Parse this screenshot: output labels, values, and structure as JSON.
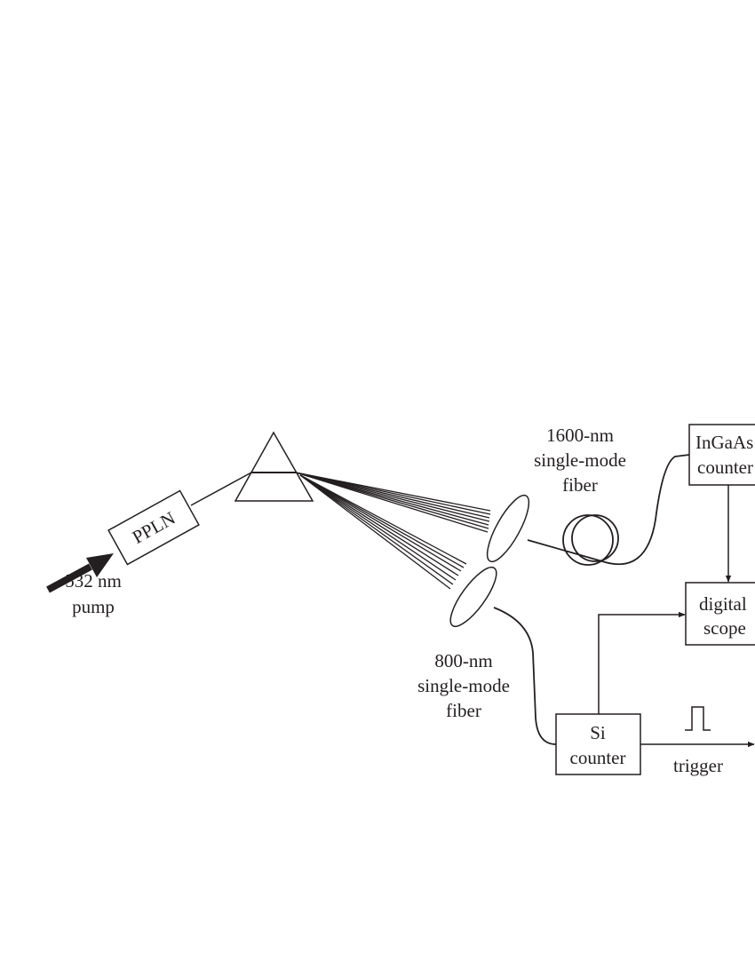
{
  "colors": {
    "ink": "#231f20",
    "background": "#ffffff"
  },
  "labels": {
    "pump_line1": "532 nm",
    "pump_line2": "pump",
    "crystal": "PPLN",
    "fiber1600_line1": "1600-nm",
    "fiber1600_line2": "single-mode",
    "fiber1600_line3": "fiber",
    "fiber800_line1": "800-nm",
    "fiber800_line2": "single-mode",
    "fiber800_line3": "fiber",
    "ingaas_line1": "InGaAs",
    "ingaas_line2": "counter",
    "scope_line1": "digital",
    "scope_line2": "scope",
    "si_line1": "Si",
    "si_line2": "counter",
    "trigger": "trigger"
  }
}
